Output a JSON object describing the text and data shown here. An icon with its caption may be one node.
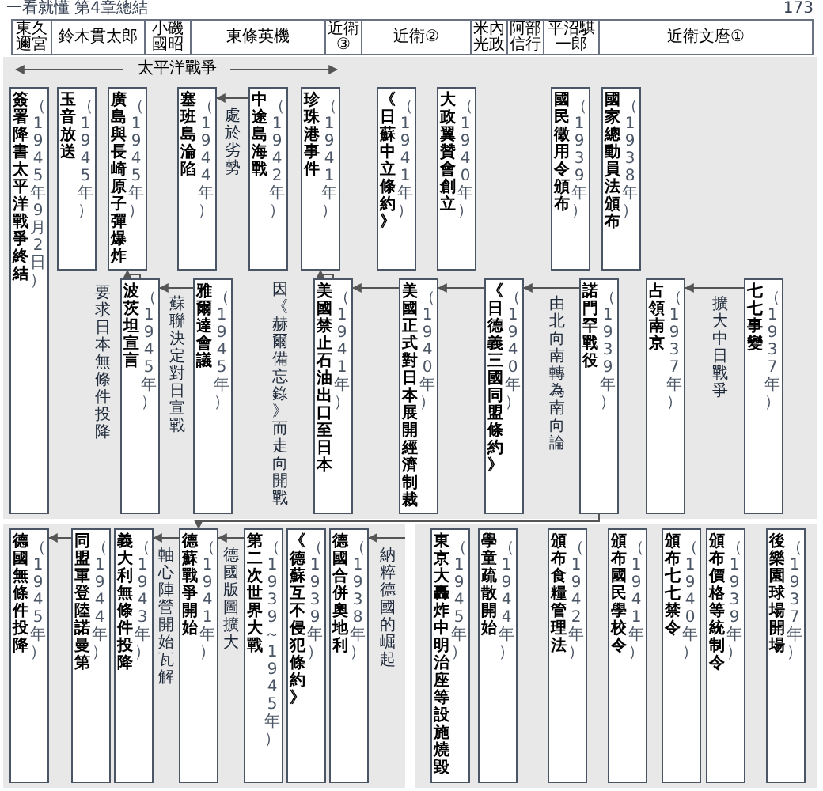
{
  "diagram": {
    "nodes": [
      {
        "text": [
          "國家總動員法頒布",
          "（1938年）"
        ]
      },
      {
        "text": [
          "國民徵用令頒布",
          "（1939年）"
        ]
      },
      {
        "text": [
          "大政翼贊會創立",
          "（1940年）"
        ]
      },
      {
        "text": [
          "《日蘇中立條約》",
          "（1941年）"
        ]
      },
      {
        "text": [
          "珍珠港事件",
          "（1941年）"
        ]
      },
      {
        "text": [
          "中途島海戰",
          "（1942年）"
        ]
      },
      {
        "text": [
          "塞班島淪陷",
          "（1944年）"
        ]
      },
      {
        "text": [
          "廣島與長崎原子彈爆炸",
          "（1945年）"
        ]
      },
      {
        "text": [
          "玉音放送",
          "（1945年）"
        ]
      },
      {
        "text": [
          "簽署降書太平洋戰爭終結",
          "（1945年9月2日）"
        ]
      },
      {
        "text": [
          "七七事變",
          "（1937年）"
        ]
      },
      {
        "text": [
          "占領南京",
          "（1937年）"
        ]
      },
      {
        "text": [
          "諾門罕戰役",
          "（1939年）"
        ]
      },
      {
        "text": [
          "《日德義三國同盟條約》",
          "（1940年）"
        ]
      },
      {
        "text": [
          "美國正式對日本展開經濟制裁",
          "（1940年）"
        ]
      },
      {
        "text": [
          "美國禁止石油出口至日本",
          "（1941年）"
        ]
      },
      {
        "text": [
          "雅爾達會議",
          "（1945年）"
        ]
      },
      {
        "text": [
          "波茨坦宣言",
          "（1945年）"
        ]
      },
      {
        "text": [
          "德國合併奧地利",
          "（1938年）"
        ]
      },
      {
        "text": [
          "《德蘇互不侵犯條約》",
          "（1939年）"
        ]
      },
      {
        "text": [
          "第二次世界大戰",
          "（1939～1945年）"
        ]
      },
      {
        "text": [
          "德蘇戰爭開始",
          "（1941年）"
        ]
      },
      {
        "text": [
          "義大利無條件投降",
          "（1943年）"
        ]
      },
      {
        "text": [
          "同盟軍登陸諾曼第",
          "（1944年）"
        ]
      },
      {
        "text": [
          "德國無條件投降",
          "（1945年）"
        ]
      },
      {
        "text": [
          "後樂園球場開場",
          "（1937年）"
        ]
      },
      {
        "text": [
          "頒布價格等統制令",
          "（1939年）"
        ]
      },
      {
        "text": [
          "頒布七七禁令",
          "（1940年）"
        ]
      },
      {
        "text": [
          "頒布國民學校令",
          "（1941年）"
        ]
      },
      {
        "text": [
          "頒布食糧管理法",
          "（1942年）"
        ]
      },
      {
        "text": [
          "學童疏散開始",
          "（1944年）"
        ]
      },
      {
        "text": [
          "東京大轟炸中明治座等設施燒毀",
          "（1945年）"
        ]
      }
    ],
    "edges": [
      {
        "from": 10,
        "to": 11,
        "arrow": "to"
      },
      {
        "from": 12,
        "to": 13,
        "arrow": "to"
      },
      {
        "from": 13,
        "to": 14,
        "arrow": "to"
      },
      {
        "from": 14,
        "to": 15,
        "arrow": "to"
      },
      {
        "from": 15,
        "to": 4,
        "arrow": "to"
      },
      {
        "from": 5,
        "to": 6,
        "arrow": "to"
      },
      {
        "from": 16,
        "to": 17,
        "arrow": "to"
      },
      {
        "from": 17,
        "to": 7,
        "arrow": "to"
      },
      {
        "from": 12,
        "to": 21,
        "arrow": "to"
      },
      {
        "from": null,
        "to": 18,
        "arrow": "to"
      },
      {
        "from": 20,
        "to": 21,
        "arrow": "to"
      },
      {
        "from": 21,
        "to": 22,
        "arrow": "to"
      },
      {
        "from": 23,
        "to": 24,
        "arrow": "to"
      }
    ],
    "labels": [
      "一看就懂 第4章總結",
      "東久邇宮",
      "鈴木貫太郎",
      "小磯國昭",
      "東條英機",
      "近衛③",
      "近衛②",
      "米內光政",
      "阿部信行",
      "平沼騏一郎",
      "近衛文麿①",
      "太平洋戰爭",
      "處於劣勢",
      "擴大中日戰爭",
      "由北向南轉為南向論",
      "因《赫爾備忘錄》而走向開戰",
      "蘇聯決定對日宣戰",
      "要求日本無條件投降",
      "納粹德國的崛起",
      "德國版圖擴大",
      "軸心陣營開始瓦解",
      "173"
    ]
  }
}
